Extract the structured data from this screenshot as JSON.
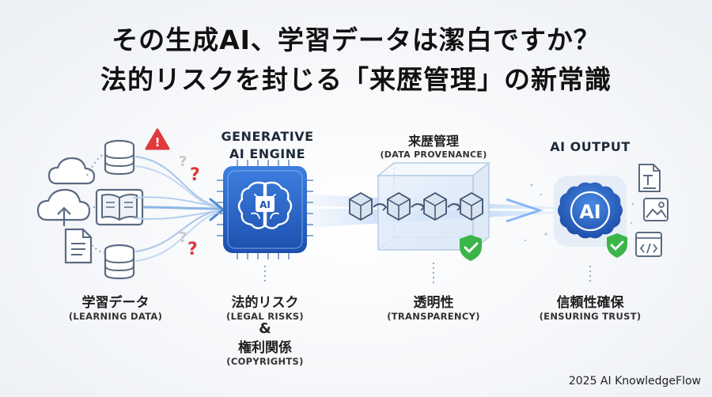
{
  "title": {
    "line1": "その生成AI、学習データは潔白ですか？",
    "line2": "法的リスクを封じる「来歴管理」の新常識"
  },
  "sections": {
    "engine": {
      "heading_line1": "GENERATIVE",
      "heading_line2": "AI ENGINE",
      "chip_text": "AI"
    },
    "provenance": {
      "heading_jp": "来歴管理",
      "heading_en": "(DATA PROVENANCE)"
    },
    "output": {
      "heading": "AI OUTPUT",
      "badge_text": "AI"
    }
  },
  "labels": {
    "learning": {
      "jp": "学習データ",
      "en": "(LEARNING DATA)"
    },
    "legal": {
      "jp": "法的リスク",
      "en": "(LEGAL RISKS)",
      "amp": "&",
      "jp2": "権利関係",
      "en2": "(COPYRIGHTS)"
    },
    "transparency": {
      "jp": "透明性",
      "en": "(TRANSPARENCY)"
    },
    "trust": {
      "jp": "信頼性確保",
      "en": "(ENSURING TRUST)"
    }
  },
  "marks": {
    "question": "?",
    "warning": "!"
  },
  "footer": "2025 AI KnowledgeFlow",
  "colors": {
    "accent_blue": "#2f6fd6",
    "warning_red": "#e0393e",
    "check_green": "#3bb54a",
    "icon_gray": "#5a6b82"
  }
}
